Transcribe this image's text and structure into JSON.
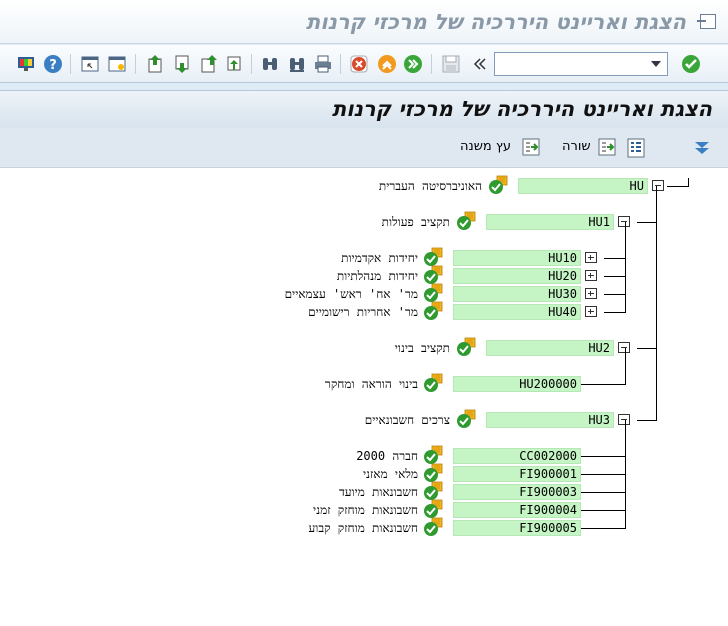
{
  "window": {
    "title": "הצגת ואריינט היררכיה של מרכזי קרנות"
  },
  "toolbar": {
    "command_value": ""
  },
  "page": {
    "title": "הצגת ואריינט היררכיה של מרכזי קרנות"
  },
  "app_toolbar": {
    "tree_label": "עץ משנה",
    "row_label": "שורה"
  },
  "tree": [
    {
      "code": "HU",
      "text": "האוניברסיטה העברית",
      "expand": "minus"
    },
    {
      "code": "HU1",
      "text": "תקציב פעולות",
      "expand": "minus"
    },
    {
      "code": "HU10",
      "text": "יחידות אקדמיות",
      "expand": "plus"
    },
    {
      "code": "HU20",
      "text": "יחידות מנהלתיות",
      "expand": "plus"
    },
    {
      "code": "HU30",
      "text": "מר' אח' ראש' עצמאיים",
      "expand": "plus"
    },
    {
      "code": "HU40",
      "text": "מר' אחריות רישומיים",
      "expand": "plus"
    },
    {
      "code": "HU2",
      "text": "תקציב בינוי",
      "expand": "minus"
    },
    {
      "code": "HU200000",
      "text": "בינוי הוראה ומחקר",
      "expand": "none"
    },
    {
      "code": "HU3",
      "text": "צרכים חשבונאיים",
      "expand": "minus"
    },
    {
      "code": "CC002000",
      "text": "חברה 2000",
      "expand": "none"
    },
    {
      "code": "FI900001",
      "text": "מלאי מאזני",
      "expand": "none"
    },
    {
      "code": "FI900003",
      "text": "חשבונאות מיועד",
      "expand": "none"
    },
    {
      "code": "FI900004",
      "text": "חשבונאות מוחזק זמני",
      "expand": "none"
    },
    {
      "code": "FI900005",
      "text": "חשבונאות מוחזק קבוע",
      "expand": "none"
    }
  ]
}
